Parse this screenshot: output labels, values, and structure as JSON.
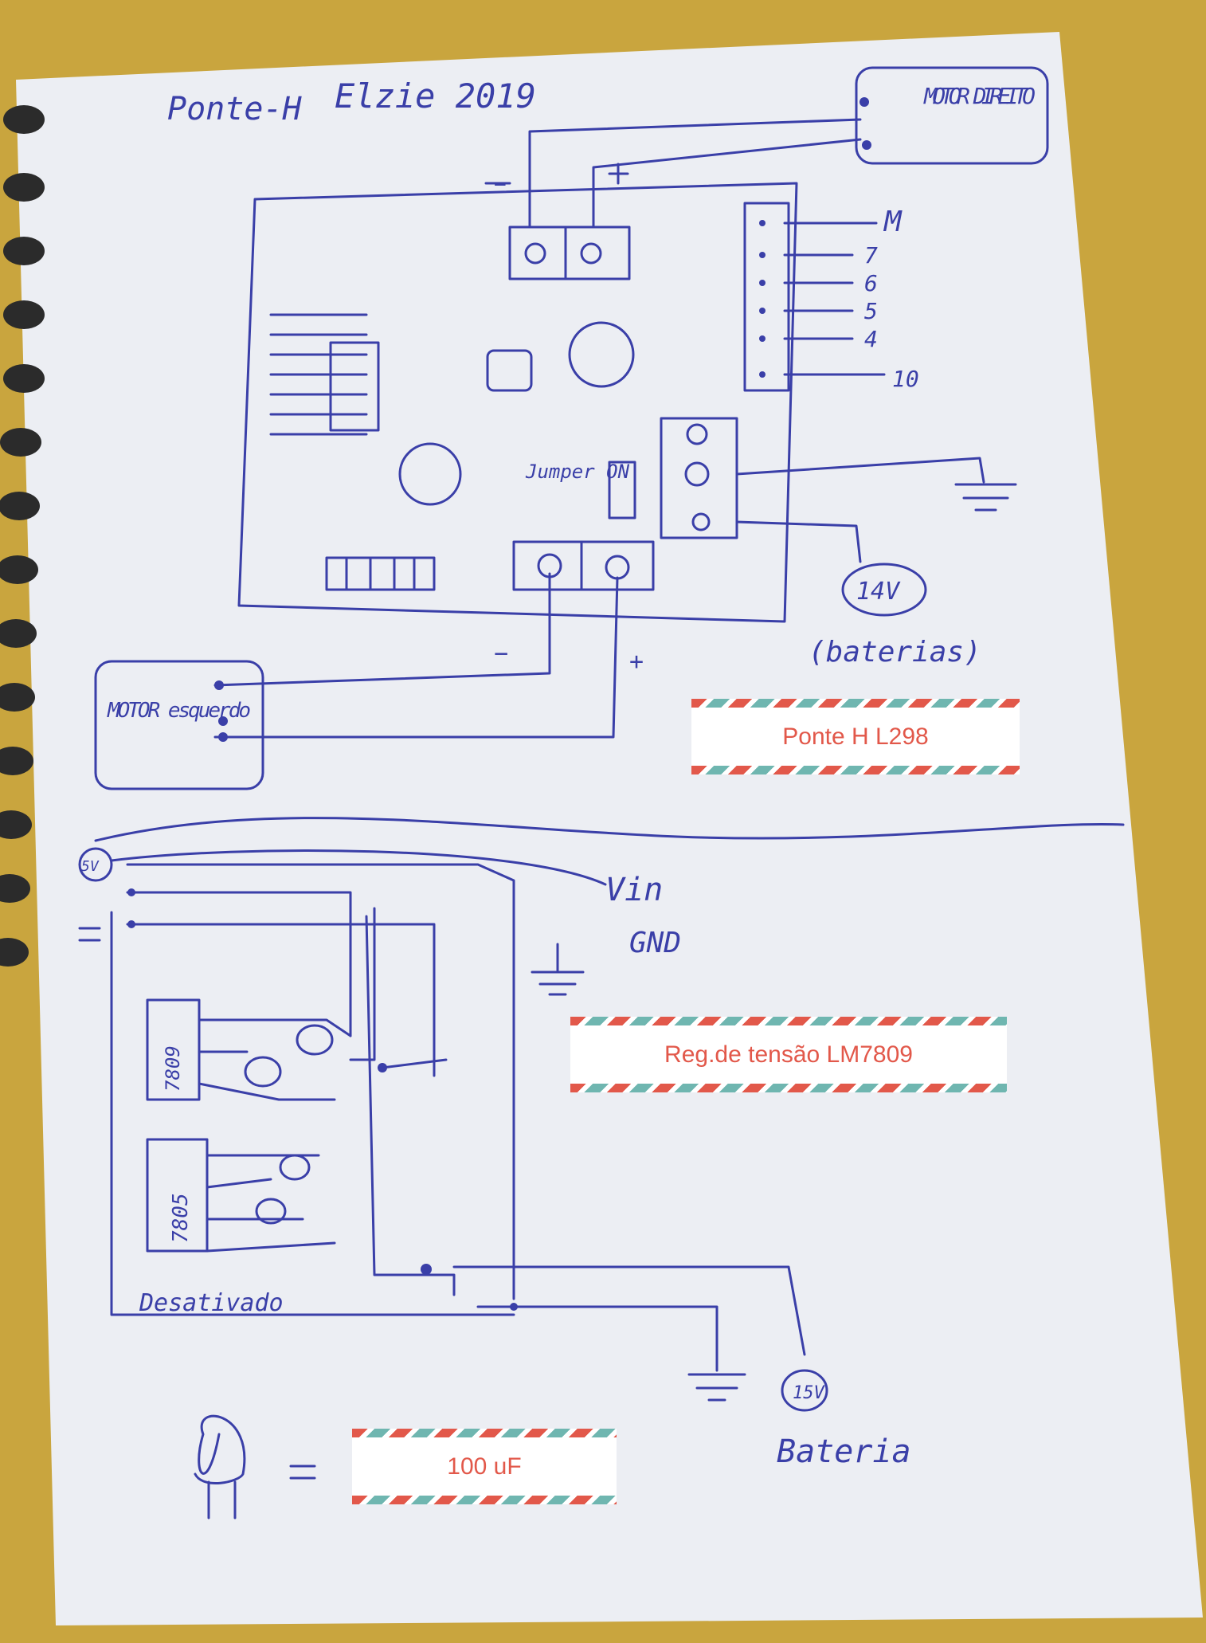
{
  "handwriting": {
    "title": "Ponte-H",
    "author": "Elzie 2019",
    "motor_right": "MOTOR DIREITO",
    "motor_left": "MOTOR esquerdo",
    "pin_m": "M",
    "pin_7": "7",
    "pin_6": "6",
    "pin_5": "5",
    "pin_4": "4",
    "pin_10": "10",
    "jumper": "Jumper ON",
    "battery_voltage": "14V",
    "battery_label": "(baterias)",
    "vin": "Vin",
    "gnd": "GND",
    "ic_7809": "7809",
    "ic_7805": "7805",
    "voltage_5v": "5V",
    "unused": "Desativado",
    "battery_15v": "15V",
    "bateria": "Bateria",
    "minus": "−",
    "plus": "+"
  },
  "labels": {
    "h_bridge": "Ponte H L298",
    "regulator": "Reg.de tensão LM7809",
    "capacitor": "100 uF"
  },
  "colors": {
    "ink": "#3a3fa8",
    "paper": "#eceef3",
    "tag_red": "#e2584a",
    "tag_teal": "#6fb6b0",
    "desk": "#c9a53e"
  }
}
